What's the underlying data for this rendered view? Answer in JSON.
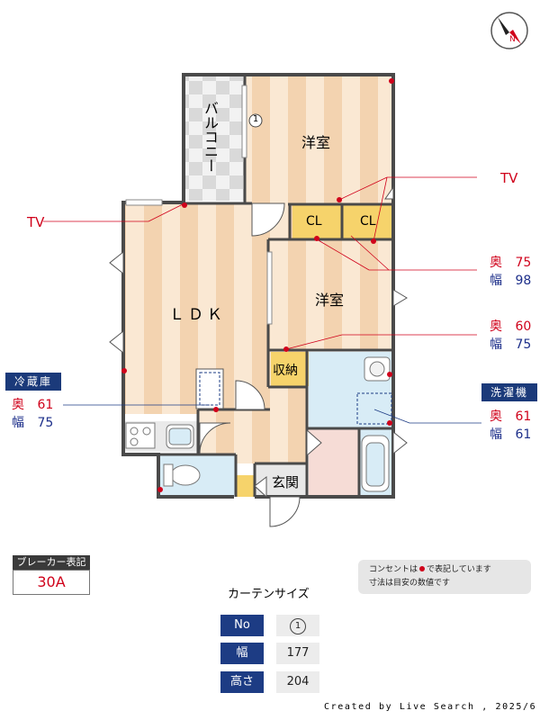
{
  "rooms": {
    "balcony": "バルコニー",
    "western_upper": "洋室",
    "western_middle": "洋室",
    "ldk": "ＬＤＫ",
    "closet1": "CL",
    "closet2": "CL",
    "storage": "収納",
    "entrance": "玄関",
    "window_no": "1"
  },
  "tv_labels": {
    "left": "TV",
    "right": "TV"
  },
  "annotations": {
    "cl": {
      "depth_label": "奥",
      "depth": "75",
      "width_label": "幅",
      "width": "98"
    },
    "storage": {
      "depth_label": "奥",
      "depth": "60",
      "width_label": "幅",
      "width": "75"
    }
  },
  "fridge": {
    "title": "冷蔵庫",
    "depth_label": "奥",
    "depth": "61",
    "width_label": "幅",
    "width": "75"
  },
  "washer": {
    "title": "洗濯機",
    "depth_label": "奥",
    "depth": "61",
    "width_label": "幅",
    "width": "61"
  },
  "breaker": {
    "title": "ブレーカー表記",
    "value": "30A"
  },
  "notes": {
    "line1_pre": "コンセントは",
    "line1_post": "で表記しています",
    "line2": "寸法は目安の数値です"
  },
  "curtain": {
    "title": "カーテンサイズ",
    "rows": [
      {
        "header": "No",
        "value": "1"
      },
      {
        "header": "幅",
        "value": "177"
      },
      {
        "header": "高さ",
        "value": "204"
      }
    ]
  },
  "footer": "Created by Live Search , 2025/6",
  "colors": {
    "outlet": "#d0021b",
    "wall": "#4a4a4a",
    "floor_stripe": "#f6d9b9",
    "label_red": "#d0021b",
    "label_blue": "#1d2f8a"
  }
}
